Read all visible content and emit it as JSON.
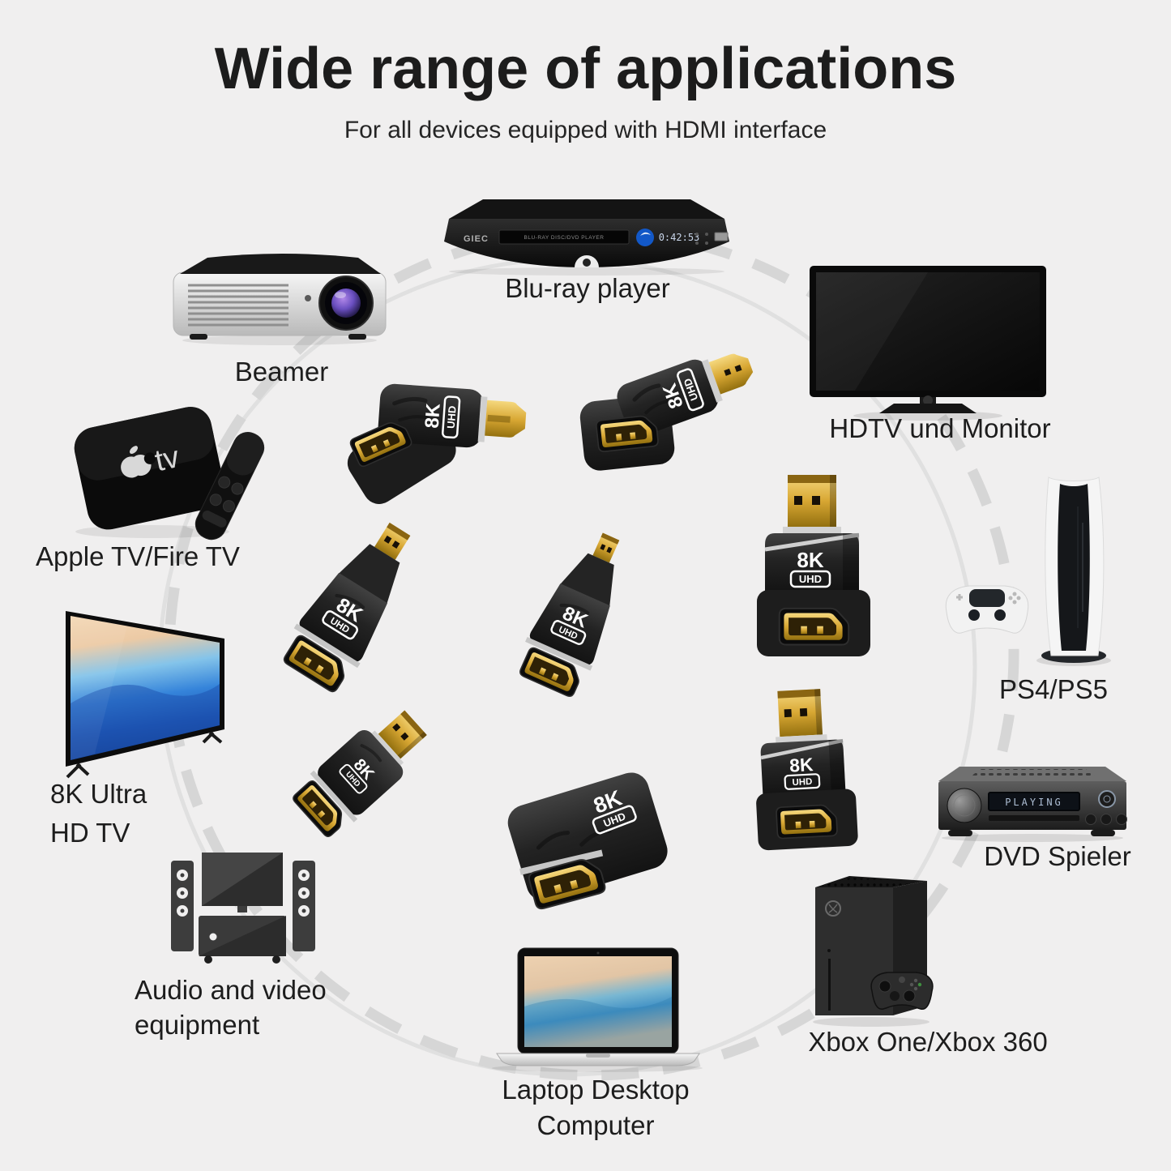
{
  "header": {
    "title": "Wide range of applications",
    "subtitle": "For all devices equipped with HDMI interface"
  },
  "badge": {
    "line1": "8K",
    "line2": "UHD"
  },
  "colors": {
    "background": "#f0efef",
    "gold": "#d8a733",
    "circle": "#d6d6d6",
    "text": "#1d1d1d"
  },
  "devices": {
    "bluray": {
      "label": "Blu-ray player",
      "brand": "GIEC",
      "tray": "BLU-RAY DISC/DVD PLAYER",
      "display": "0:42:53"
    },
    "beamer": {
      "label": "Beamer"
    },
    "apple_tv": {
      "label": "Apple TV/Fire TV",
      "logo": "tv"
    },
    "tv_8k": {
      "line1": "8K Ultra",
      "line2": "HD TV"
    },
    "av": {
      "line1": "Audio and video",
      "line2": "equipment"
    },
    "laptop": {
      "line1": "Laptop Desktop",
      "line2": "Computer"
    },
    "xbox": {
      "label": "Xbox One/Xbox 360"
    },
    "dvd": {
      "label": "DVD Spieler",
      "display": "PLAYING"
    },
    "ps": {
      "label": "PS4/PS5"
    },
    "hdtv": {
      "label": "HDTV und Monitor"
    }
  }
}
